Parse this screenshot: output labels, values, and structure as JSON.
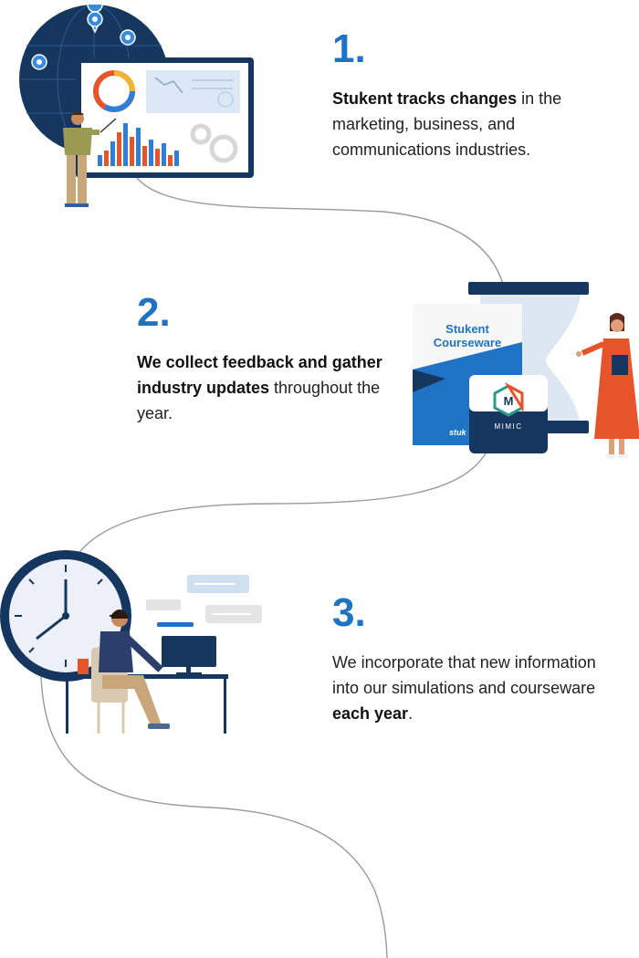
{
  "steps": [
    {
      "number": "1.",
      "bold": "Stukent tracks changes",
      "text": " in the marketing, business, and communications industries.",
      "illustration": "presenter-with-analytics-board"
    },
    {
      "number": "2.",
      "bold": "We collect feedback and gather industry updates",
      "text": " throughout the year.",
      "illustration": "courseware-book-and-hourglass"
    },
    {
      "number": "3.",
      "text": "We incorporate that new information into our simulations and courseware ",
      "bold": "each year",
      "after": ".",
      "illustration": "clock-and-person-at-desk"
    }
  ],
  "courseware": {
    "title_line1": "Stukent",
    "title_line2": "Courseware",
    "brand_mark": "stuk",
    "product_badge_letter": "M",
    "product_badge_label": "MIMIC"
  },
  "colors": {
    "accent": "#1f73c4",
    "navy": "#15365f",
    "orange": "#e8542a",
    "path": "#9a9a9a"
  }
}
